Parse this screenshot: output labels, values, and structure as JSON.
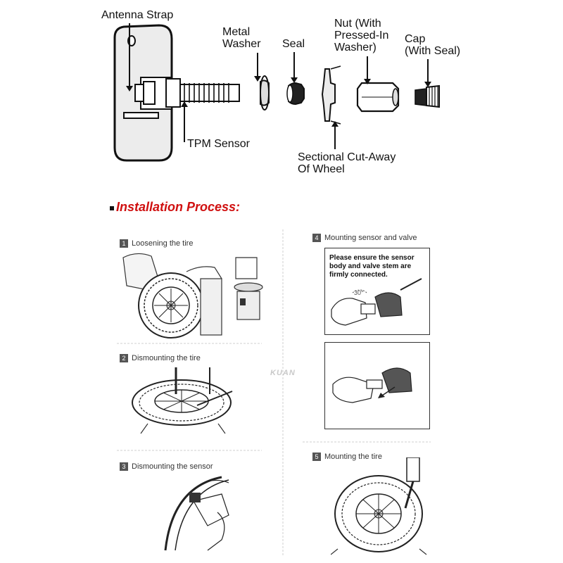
{
  "diagram": {
    "labels": {
      "antenna_strap": "Antenna Strap",
      "metal_washer": "Metal\nWasher",
      "seal": "Seal",
      "nut": "Nut (With\nPressed-In\nWasher)",
      "cap": "Cap\n(With Seal)",
      "tpm_sensor": "TPM Sensor",
      "sectional": "Sectional Cut-Away\nOf Wheel"
    }
  },
  "installation": {
    "title": "Installation Process:",
    "steps": [
      {
        "num": "1",
        "label": "Loosening the tire"
      },
      {
        "num": "2",
        "label": "Dismounting the tire"
      },
      {
        "num": "3",
        "label": "Dismounting the sensor"
      },
      {
        "num": "4",
        "label": "Mounting sensor and valve"
      },
      {
        "num": "5",
        "label": "Mounting the tire"
      }
    ],
    "note": "Please ensure the sensor\nbody and valve stem are\nfirmly connected.",
    "angle_label": "30°",
    "watermark": "KUAN"
  }
}
